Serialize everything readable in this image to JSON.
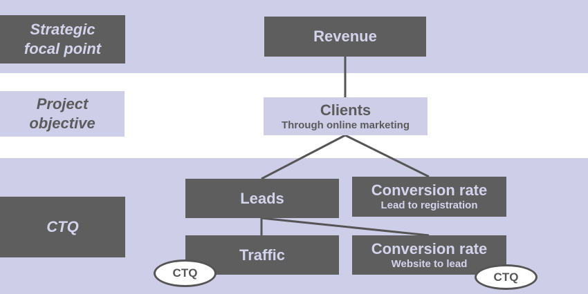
{
  "row_labels": {
    "strategic": "Strategic\nfocal point",
    "project": "Project\nobjective",
    "ctq": "CTQ"
  },
  "nodes": {
    "revenue": {
      "title": "Revenue"
    },
    "clients": {
      "title": "Clients",
      "subtitle": "Through online marketing"
    },
    "leads": {
      "title": "Leads"
    },
    "conversion_registration": {
      "title": "Conversion rate",
      "subtitle": "Lead to registration"
    },
    "traffic": {
      "title": "Traffic"
    },
    "conversion_lead": {
      "title": "Conversion rate",
      "subtitle": "Website to lead"
    }
  },
  "badges": {
    "traffic_ctq": "CTQ",
    "conversion_lead_ctq": "CTQ"
  },
  "colors": {
    "band": "#cfcee8",
    "dark_box": "#5e5e5e",
    "dark_box_text": "#d4d3ec",
    "light_box_text": "#5b5b5b",
    "connector": "#555555"
  }
}
